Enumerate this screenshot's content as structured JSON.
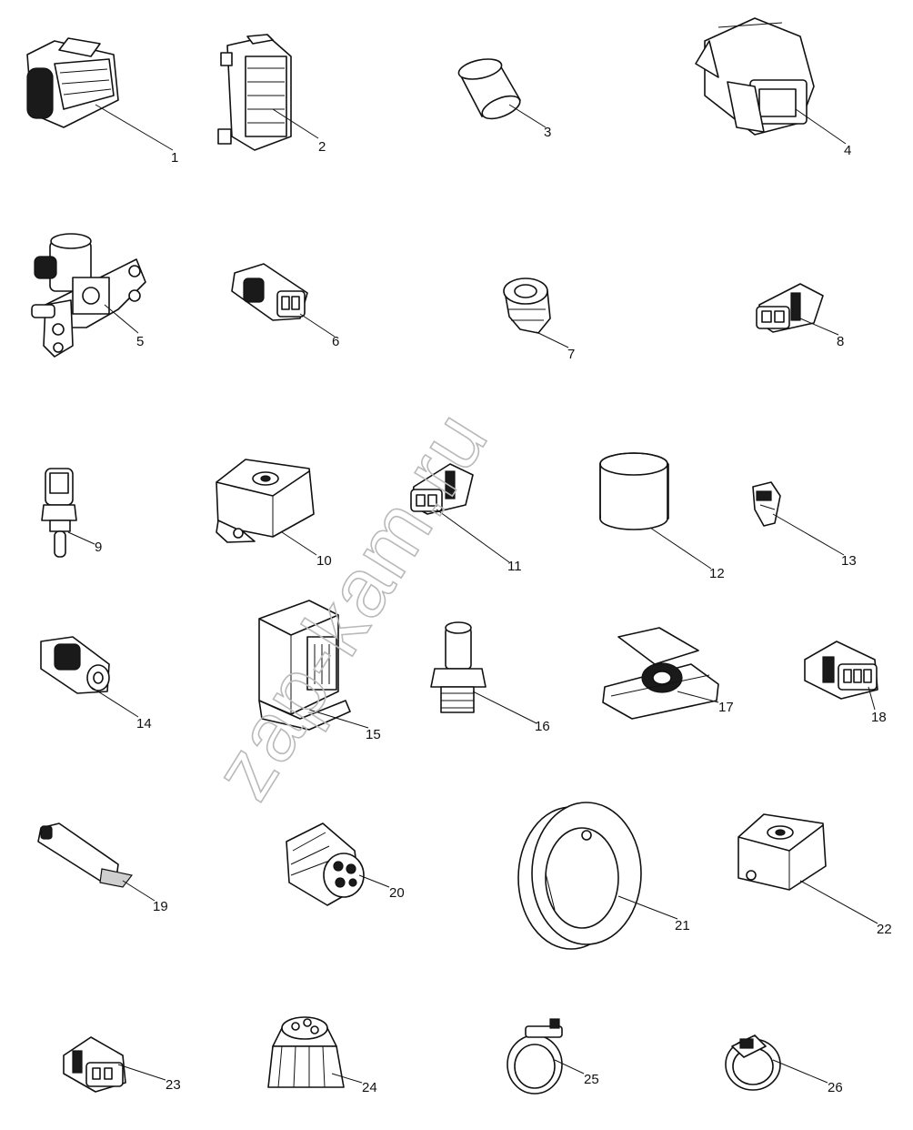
{
  "watermark": "zap-kam.ru",
  "callouts": [
    "1",
    "2",
    "3",
    "4",
    "5",
    "6",
    "7",
    "8",
    "9",
    "10",
    "11",
    "12",
    "13",
    "14",
    "15",
    "16",
    "17",
    "18",
    "19",
    "20",
    "21",
    "22",
    "23",
    "24",
    "25",
    "26"
  ]
}
